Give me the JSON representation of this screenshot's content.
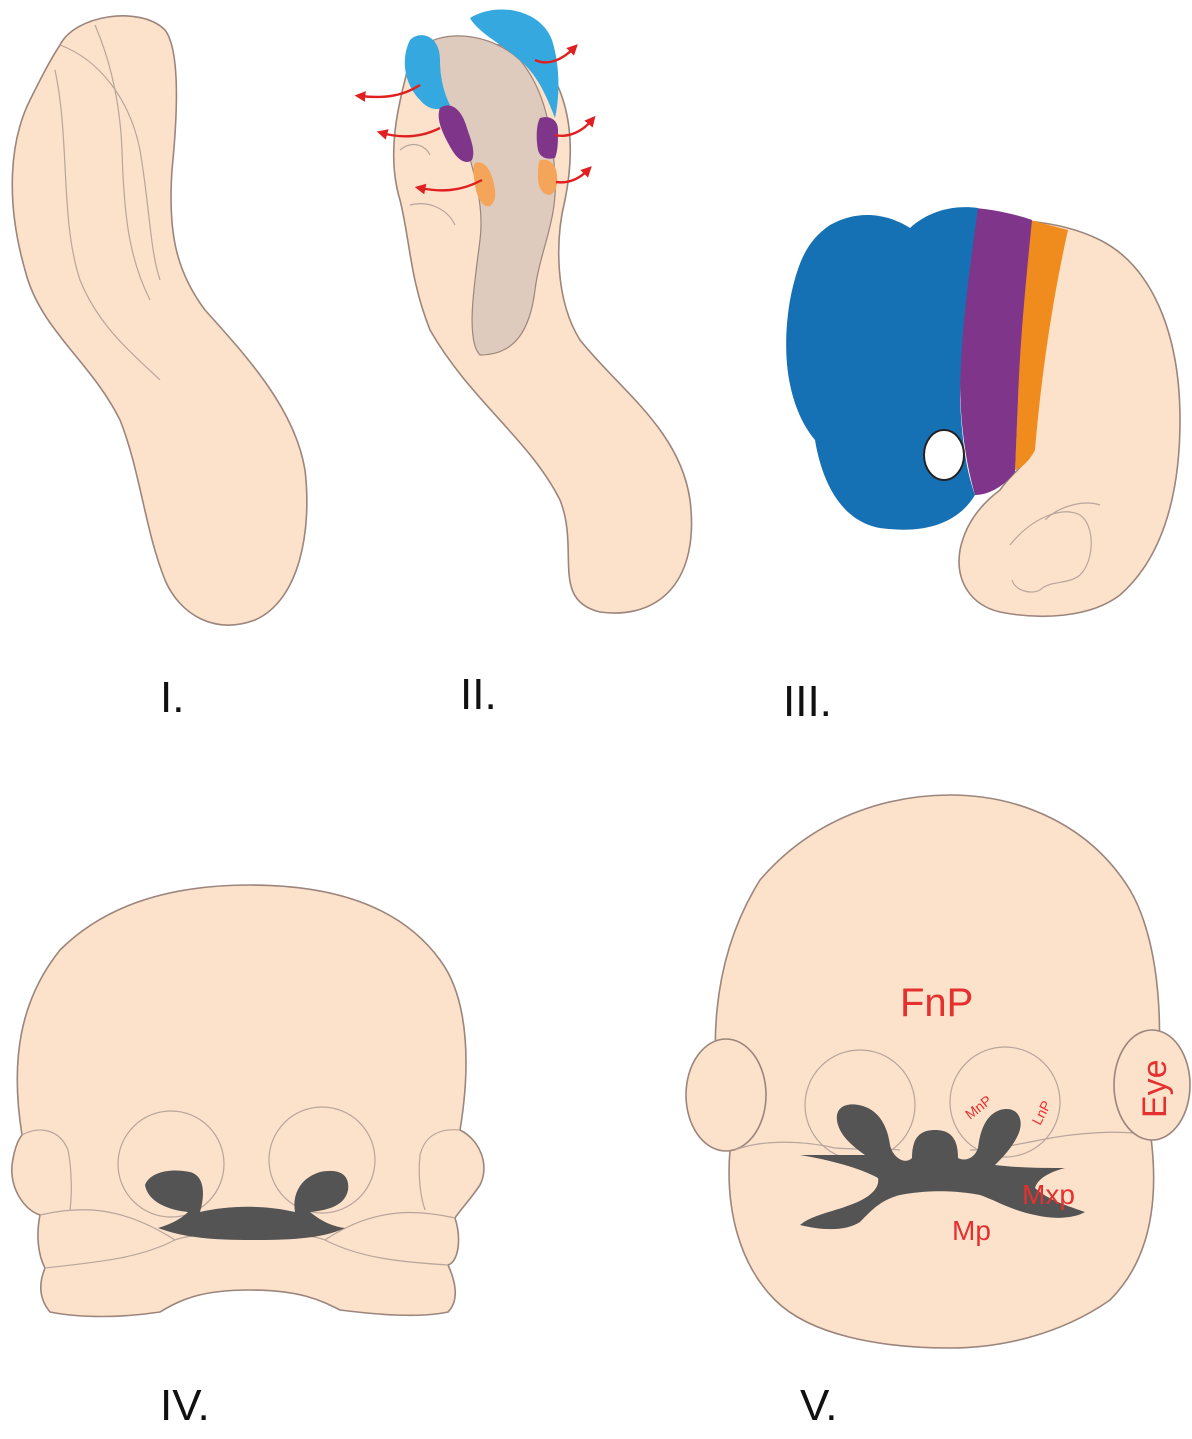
{
  "panels": {
    "p1": {
      "label": "I."
    },
    "p2": {
      "label": "II."
    },
    "p3": {
      "label": "III."
    },
    "p4": {
      "label": "IV."
    },
    "p5": {
      "label": "V."
    }
  },
  "structure_labels": {
    "fnp": "FnP",
    "eye": "Eye",
    "mnp": "MnP",
    "lnp": "LnP",
    "mxp": "Mxp",
    "mp": "Mp"
  },
  "colors": {
    "skin": "#fde2cb",
    "outline": "#9b857c",
    "neural_plate": "#dfcbbd",
    "forebrain_light_blue": "#36a8e0",
    "forebrain_dark_blue": "#1670b4",
    "midbrain_purple": "#7f358a",
    "hindbrain_orange": "#f08c1e",
    "hindbrain_light_orange": "#f5a55a",
    "stomodeum": "#545454",
    "arrows_and_labels": "#e53030"
  }
}
